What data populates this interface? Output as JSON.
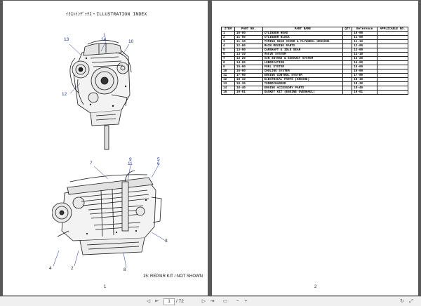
{
  "left_page": {
    "title": "ｲﾗｽﾄｲﾝﾃﾞｯｸｽ・ILLUSTRATION INDEX",
    "page_number": "1",
    "repair_note": "15: REPAIR KIT / NOT SHOWN",
    "callouts": {
      "c1": "1",
      "c14": "14",
      "c13": "13",
      "c10": "10",
      "c12": "12",
      "c7": "7",
      "c9": "9",
      "c11": "11",
      "c5": "5",
      "c6": "6",
      "c3": "3",
      "c4": "4",
      "c2": "2",
      "c8": "8"
    }
  },
  "right_page": {
    "page_number": "2",
    "table": {
      "headers": [
        "ITEM",
        "PART NO.",
        "PART NAME",
        "QTY",
        "Reference",
        "APPLICABLE NO."
      ],
      "rows": [
        [
          "1",
          "10-00",
          "CYLINDER HEAD",
          "",
          "10-00",
          ""
        ],
        [
          "2",
          "11-00",
          "CYLINDER BLOCK",
          "",
          "11-00",
          ""
        ],
        [
          "3",
          "11-10",
          "TIMING GEAR COVER & FLYWHEEL HOUSING",
          "",
          "11-10",
          ""
        ],
        [
          "4",
          "12-00",
          "MAIN MOVING PARTS",
          "",
          "12-00",
          ""
        ],
        [
          "5",
          "13-00",
          "CAMSHAFT & IDLE GEAR",
          "",
          "13-00",
          ""
        ],
        [
          "6",
          "13-10",
          "VALVE SYSTEM",
          "",
          "13-10",
          ""
        ],
        [
          "7",
          "13-20",
          "AIR INTAKE & EXHAUST SYSTEM",
          "",
          "13-20",
          ""
        ],
        [
          "8",
          "14-00",
          "LUBRICATION",
          "",
          "14-00",
          ""
        ],
        [
          "9",
          "15-00",
          "FUEL SYSTEM",
          "",
          "15-00",
          ""
        ],
        [
          "10",
          "16-00",
          "COOLING SYSTEM",
          "",
          "16-00",
          ""
        ],
        [
          "11",
          "17-00",
          "ENGINE CONTROL SYSTEM",
          "",
          "17-00",
          ""
        ],
        [
          "12",
          "18-10",
          "ELECTRICAL PARTS (ENGINE)",
          "",
          "18-10",
          ""
        ],
        [
          "13",
          "18-30",
          "TURBOCHARGER",
          "",
          "18-30",
          ""
        ],
        [
          "14",
          "18-40",
          "ENGINE ACCESSORY PARTS",
          "",
          "18-40",
          ""
        ],
        [
          "15",
          "19-01",
          "GASKET KIT (ENGINE OVERHAUL)",
          "",
          "19-01",
          ""
        ]
      ]
    }
  },
  "toolbar": {
    "current_page": "1",
    "total_pages": "/ 72",
    "icons": [
      "prev-page-icon",
      "first-page-icon",
      "next-page-icon",
      "last-page-icon",
      "fit-page-icon",
      "zoom-out-icon",
      "zoom-in-icon",
      "rotate-icon",
      "fullscreen-icon"
    ]
  }
}
